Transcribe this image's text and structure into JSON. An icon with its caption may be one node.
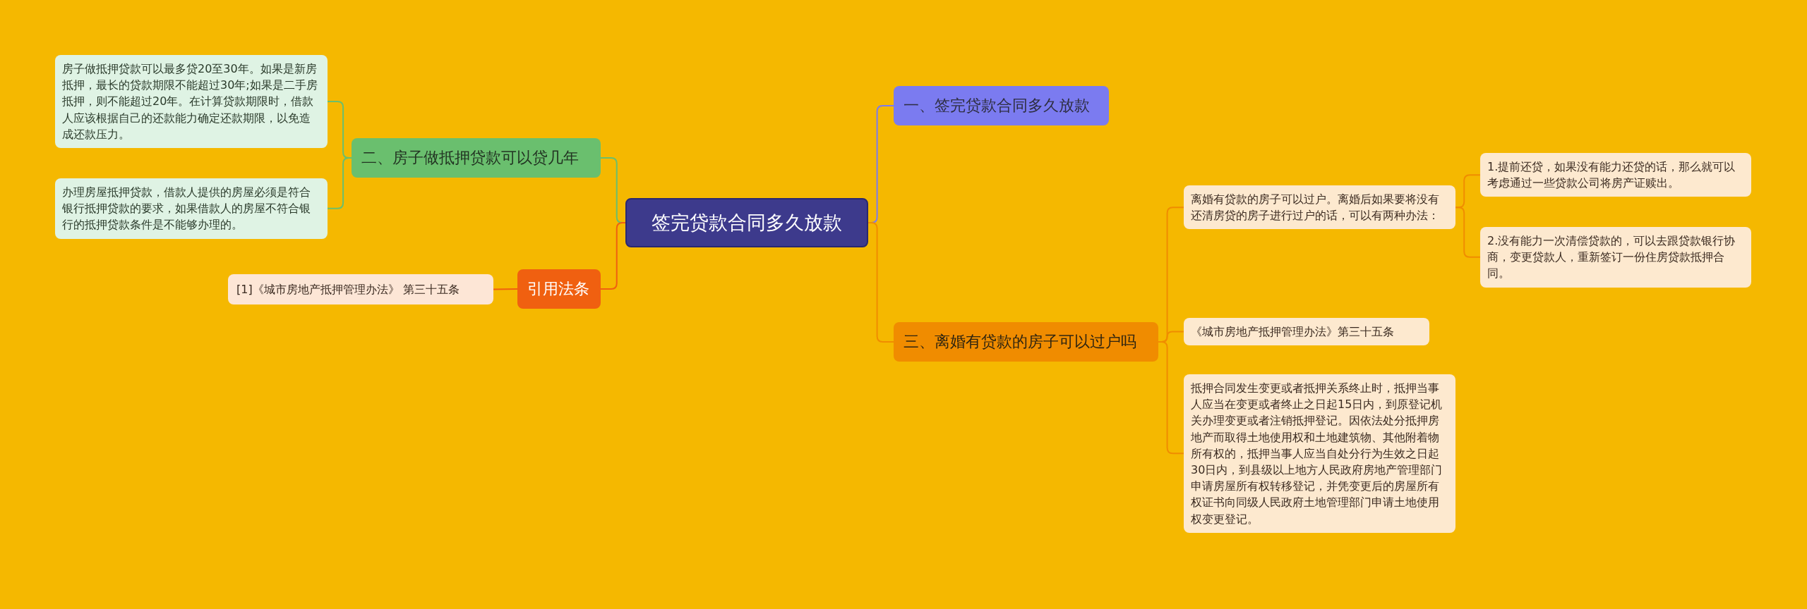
{
  "diagram": {
    "nodes": [
      {
        "text": [
          "签完贷款合同多久放款"
        ]
      },
      {
        "text": [
          "一、签完贷款合同多久放款"
        ]
      },
      {
        "text": [
          "二、房子做抵押贷款可以贷几年"
        ]
      },
      {
        "text": [
          "房子做抵押贷款可以最多贷20至30年。如果是新房抵押，最长的贷款期限不能超过30年;如果是二手房抵押，则不能超过20年。在计算贷款期限时，借款人应该根据自己的还款能力确定还款期限，以免造成还款压力。"
        ]
      },
      {
        "text": [
          "办理房屋抵押贷款，借款人提供的房屋必须是符合银行抵押贷款的要求，如果借款人的房屋不符合银行的抵押贷款条件是不能够办理的。"
        ]
      },
      {
        "text": [
          "引用法条"
        ]
      },
      {
        "text": [
          "[1]《城市房地产抵押管理办法》 第三十五条"
        ]
      },
      {
        "text": [
          "三、离婚有贷款的房子可以过户吗"
        ]
      },
      {
        "text": [
          "离婚有贷款的房子可以过户。离婚后如果要将没有还清房贷的房子进行过户的话，可以有两种办法："
        ]
      },
      {
        "text": [
          "1.提前还贷，如果没有能力还贷的话，那么就可以考虑通过一些贷款公司将房产证赎出。"
        ]
      },
      {
        "text": [
          "2.没有能力一次清偿贷款的，可以去跟贷款银行协商，变更贷款人，重新签订一份住房贷款抵押合同。"
        ]
      },
      {
        "text": [
          "《城市房地产抵押管理办法》第三十五条"
        ]
      },
      {
        "text": [
          "抵押合同发生变更或者抵押关系终止时，抵押当事人应当在变更或者终止之日起15日内，到原登记机关办理变更或者注销抵押登记。因依法处分抵押房地产而取得土地使用权和土地建筑物、其他附着物所有权的，抵押当事人应当自处分行为生效之日起30日内，到县级以上地方人民政府房地产管理部门申请房屋所有权转移登记，并凭变更后的房屋所有权证书向同级人民政府土地管理部门申请土地使用权变更登记。"
        ]
      }
    ],
    "edges": [
      {
        "from": 0,
        "to": 1,
        "arrow": "none",
        "color": "#7b7bf0"
      },
      {
        "from": 0,
        "to": 2,
        "arrow": "none",
        "color": "#6abf6e"
      },
      {
        "from": 2,
        "to": 3,
        "arrow": "none",
        "color": "#6abf6e"
      },
      {
        "from": 2,
        "to": 4,
        "arrow": "none",
        "color": "#6abf6e"
      },
      {
        "from": 0,
        "to": 5,
        "arrow": "none",
        "color": "#f06010"
      },
      {
        "from": 5,
        "to": 6,
        "arrow": "none",
        "color": "#f06010"
      },
      {
        "from": 0,
        "to": 7,
        "arrow": "none"
      },
      {
        "from": 7,
        "to": 8,
        "arrow": "none"
      },
      {
        "from": 8,
        "to": 9,
        "arrow": "none"
      },
      {
        "from": 8,
        "to": 10,
        "arrow": "none"
      },
      {
        "from": 7,
        "to": 11,
        "arrow": "none"
      },
      {
        "from": 7,
        "to": 12,
        "arrow": "none"
      }
    ]
  }
}
